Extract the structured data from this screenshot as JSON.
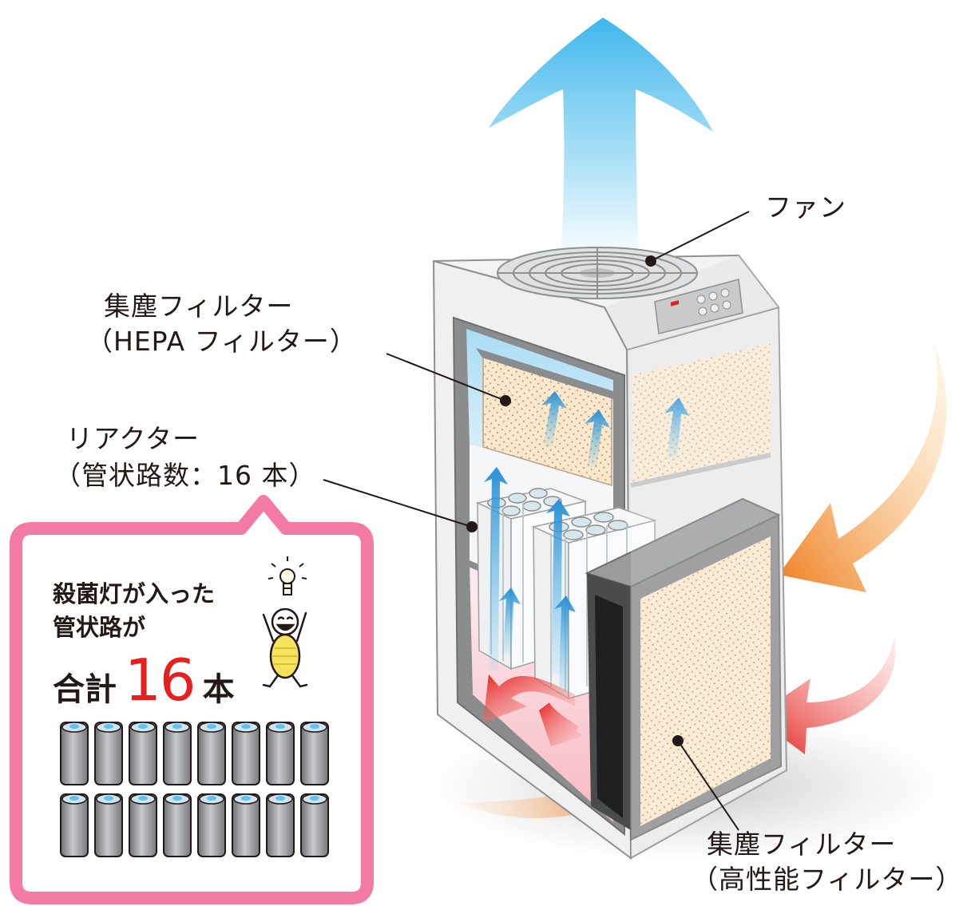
{
  "labels": {
    "fan": "ファン",
    "hepa_line1": "集塵フィルター",
    "hepa_line2": "（HEPA フィルター）",
    "reactor_line1": "リアクター",
    "reactor_line2": "（管状路数：16 本）",
    "hp_line1": "集塵フィルター",
    "hp_line2": "（高性能フィルター）"
  },
  "callout": {
    "line1": "殺菌灯が入った",
    "line2": "管状路が",
    "total_prefix": "合計",
    "total_number": "16",
    "total_suffix": "本"
  },
  "tube_count": 16,
  "colors": {
    "callout_border": "#f47aa6",
    "highlight_number": "#e5201e",
    "outflow_arrow": "#5ec4ef",
    "inflow_arrow_warm": "#f3962a",
    "inflow_arrow_red": "#e8312b",
    "filter_fill": "#fbe7cb"
  },
  "icons": [
    "lightbulb-icon",
    "smiling-person-icon",
    "sterilizer-tube-icon"
  ]
}
